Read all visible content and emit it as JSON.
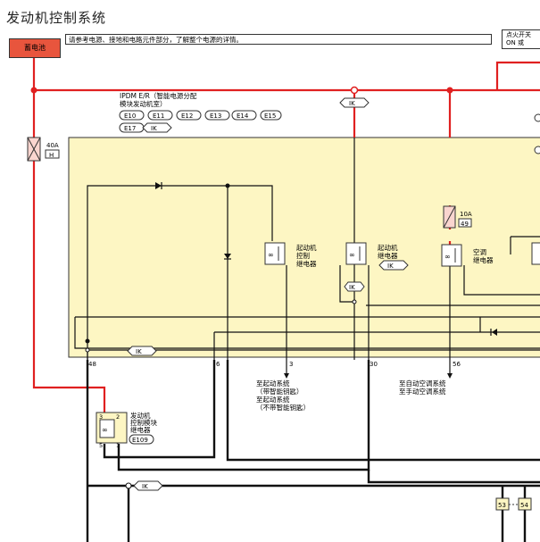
{
  "title": "发动机控制系统",
  "note": "请参考电源、接地和电路元件部分，了解整个电源的详情。",
  "battery": "蓄电池",
  "ignition": {
    "line1": "点火开关",
    "line2": "ON 或"
  },
  "ipdm": {
    "line1": "IPDM E/R（智能电源分配",
    "line2": "模块发动机室）"
  },
  "connectors": [
    "E10",
    "E11",
    "E12",
    "E13",
    "E14",
    "E15",
    "E17"
  ],
  "ik": "IK",
  "fuses": {
    "main": {
      "rating": "40A",
      "code": "H"
    },
    "aux": {
      "rating": "10A",
      "code": "49"
    }
  },
  "relays": {
    "starter_control": [
      "起动机",
      "控制",
      "继电器"
    ],
    "starter": [
      "起动机",
      "继电器"
    ],
    "ac": [
      "空调",
      "继电器"
    ],
    "ecm": {
      "line1": "发动机",
      "line2": "控制模块",
      "line3": "继电器",
      "conn": "E109"
    }
  },
  "terminals": {
    "t48": "48",
    "t6": "6",
    "t3": "3",
    "t30": "30",
    "t56": "56",
    "r3": "3",
    "r2": "2",
    "r5": "5",
    "r1": "1",
    "c53": "53",
    "c54": "54"
  },
  "labels": {
    "to_start": [
      "至起动系统",
      "（带智能钥匙）",
      "至起动系统",
      "（不带智能钥匙）"
    ],
    "to_ac": [
      "至自动空调系统",
      "至手动空调系统"
    ]
  },
  "colors": {
    "power": "#e02020",
    "wire": "#111111",
    "module": "#fdf6c3"
  }
}
